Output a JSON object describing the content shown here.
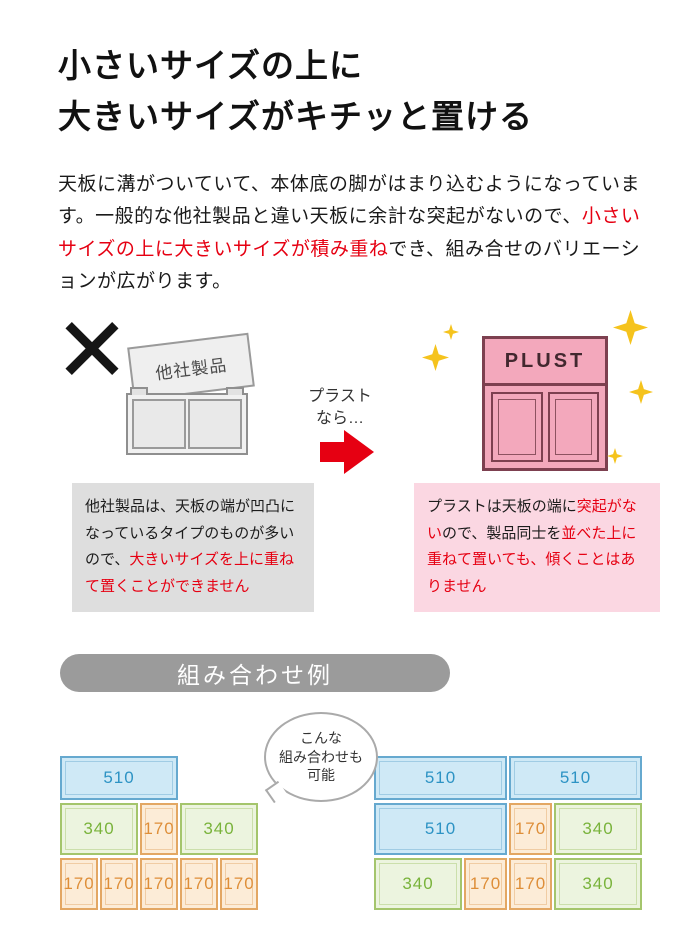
{
  "heading": {
    "line1": "小さいサイズの上に",
    "line2": "大きいサイズがキチッと置ける"
  },
  "intro": {
    "seg1": "天板に溝がついていて、本体底の脚がはまり込むようになっています。一般的な他社製品と違い天板に余計な突起がないので、",
    "seg2_red": "小さいサイズの上に大きいサイズが積み重ね",
    "seg3": "でき、組み合せのバリエーションが広がります。"
  },
  "comparison": {
    "other_label": "他社製品",
    "plust_caption_line1": "プラスト",
    "plust_caption_line2": "なら…",
    "plust_logo": "PLUST",
    "other_note": {
      "seg1": "他社製品は、天板の端が凹凸になっているタイプのものが多いので、",
      "seg2_red": "大きいサイズを上に重ねて置くことができません"
    },
    "plust_note": {
      "seg1": "プラストは天板の端に",
      "seg2_red": "突起がない",
      "seg3": "ので、製品同士を",
      "seg4_red": "並べた上に重ねて置いても、傾くことはありません"
    }
  },
  "section_banner": {
    "title": "組み合わせ例"
  },
  "bubble": {
    "line1": "こんな",
    "line2": "組み合わせも",
    "line3": "可能"
  },
  "stacks": {
    "left": {
      "rows": [
        [
          {
            "label": "510"
          }
        ],
        [
          {
            "label": "340"
          },
          {
            "label": "170"
          },
          {
            "label": "340"
          }
        ],
        [
          {
            "label": "170"
          },
          {
            "label": "170"
          },
          {
            "label": "170"
          },
          {
            "label": "170"
          },
          {
            "label": "170"
          }
        ]
      ]
    },
    "right": {
      "rows": [
        [
          {
            "label": "510"
          },
          {
            "label": "510"
          }
        ],
        [
          {
            "label": "510"
          },
          {
            "label": "170"
          },
          {
            "label": "340"
          }
        ],
        [
          {
            "label": "340"
          },
          {
            "label": "170"
          },
          {
            "label": "170"
          },
          {
            "label": "340"
          }
        ]
      ]
    }
  },
  "colors": {
    "accent_red": "#e60012",
    "pink_fill": "#f3a8bc",
    "pink_border": "#7d4050",
    "gold_sparkle": "#f5c31d",
    "gray_note_bg": "#dedede",
    "pink_note_bg": "#fbd7e2",
    "banner_bg": "#9b9b9b",
    "blue_box": "#2d93c4",
    "green_box": "#79b33b",
    "orange_box": "#de8e38"
  }
}
